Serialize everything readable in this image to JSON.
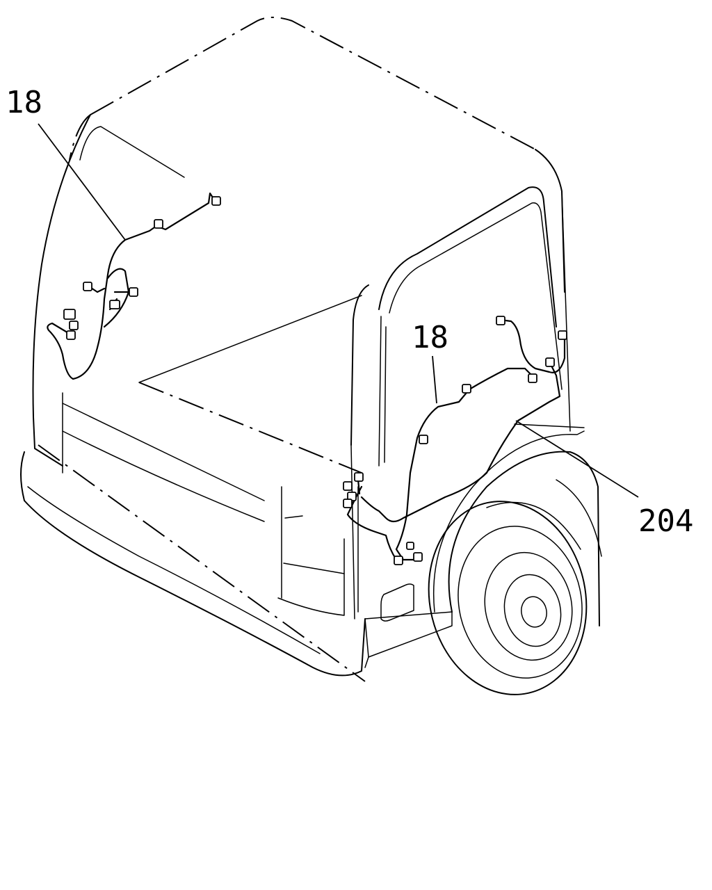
{
  "diagram": {
    "callouts": [
      {
        "id": "left-harness",
        "label": "18"
      },
      {
        "id": "right-harness",
        "label": "18"
      },
      {
        "id": "rear-part",
        "label": "204"
      }
    ]
  }
}
